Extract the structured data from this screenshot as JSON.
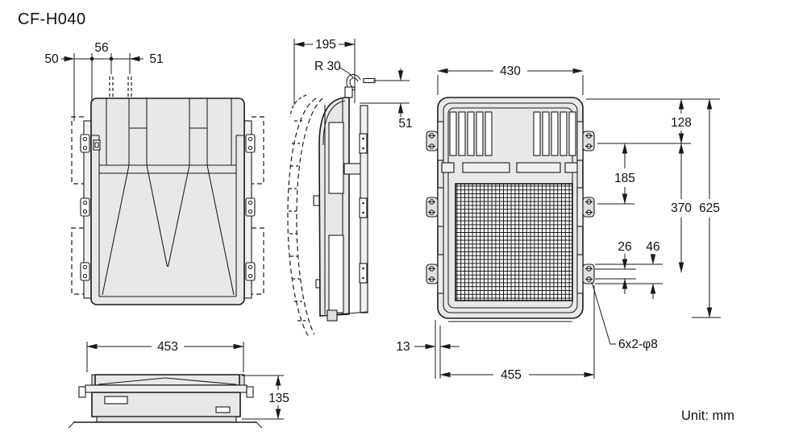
{
  "title": "CF-H040",
  "unit_label": "Unit: mm",
  "drawing": {
    "front_view": {
      "dim_50": "50",
      "dim_56": "56",
      "dim_51": "51"
    },
    "bottom_view": {
      "dim_453": "453",
      "dim_135": "135"
    },
    "side_view": {
      "dim_195": "195",
      "radius_label": "R 30",
      "dim_51": "51"
    },
    "rear_view": {
      "dim_430": "430",
      "dim_128": "128",
      "dim_185": "185",
      "dim_370": "370",
      "dim_625": "625",
      "dim_26": "26",
      "dim_46": "46",
      "dim_13": "13",
      "dim_455": "455",
      "hole_callout": "6x2-φ8"
    }
  },
  "colors": {
    "line": "#1a1a1a",
    "body_fill": "#e8e8e8",
    "background": "#ffffff"
  }
}
